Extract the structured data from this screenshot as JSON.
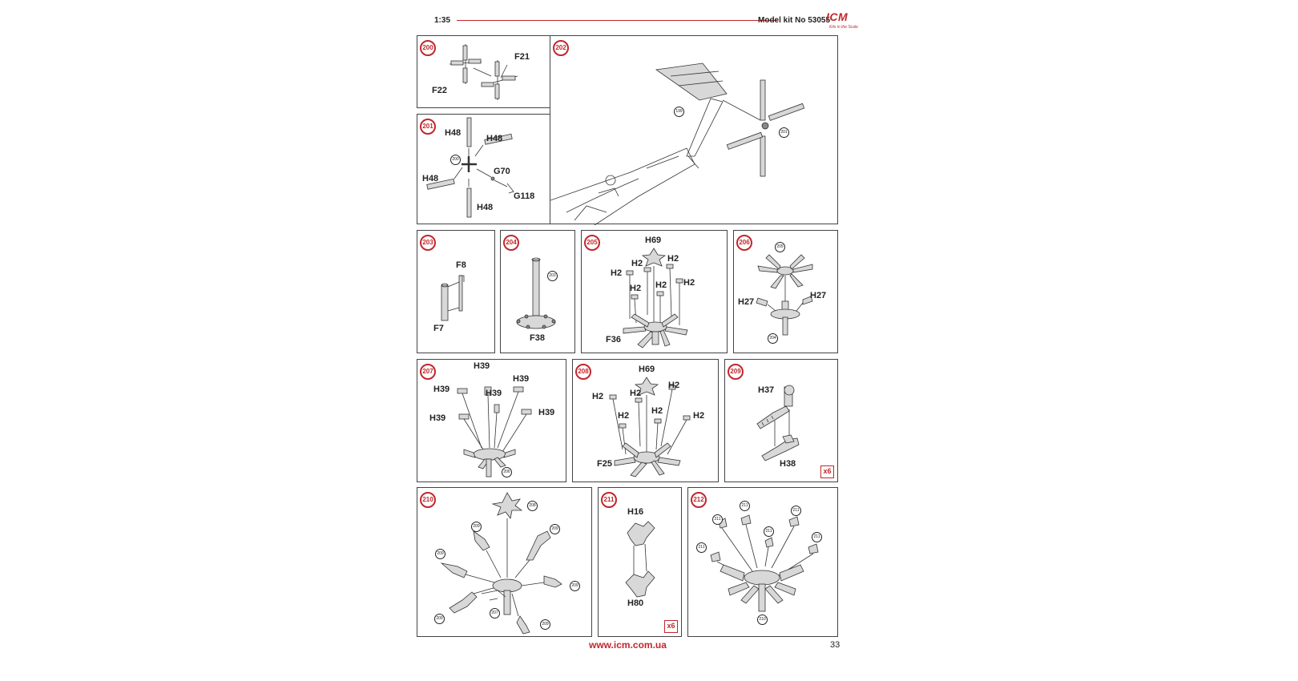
{
  "header": {
    "scale": "1:35",
    "model": "Model kit No 53055",
    "logo": "ICM",
    "logo_tag": "Kits in the Scale"
  },
  "footer": {
    "url": "www.icm.com.ua",
    "page": "33"
  },
  "steps": {
    "s200": {
      "num": "200",
      "labels": [
        "F21",
        "F22"
      ]
    },
    "s201": {
      "num": "201",
      "labels": [
        "H48",
        "H48",
        "H48",
        "G70",
        "H48",
        "G118"
      ],
      "refs": [
        "200"
      ]
    },
    "s202": {
      "num": "202",
      "refs": [
        "199",
        "201"
      ]
    },
    "s203": {
      "num": "203",
      "labels": [
        "F8",
        "F7"
      ]
    },
    "s204": {
      "num": "204",
      "labels": [
        "F38"
      ],
      "refs": [
        "203"
      ]
    },
    "s205": {
      "num": "205",
      "labels": [
        "H69",
        "H2",
        "H2",
        "H2",
        "H2",
        "H2",
        "H2",
        "F36"
      ]
    },
    "s206": {
      "num": "206",
      "labels": [
        "H27",
        "H27"
      ],
      "refs": [
        "205",
        "204"
      ]
    },
    "s207": {
      "num": "207",
      "labels": [
        "H39",
        "H39",
        "H39",
        "H39",
        "H39",
        "H39"
      ],
      "refs": [
        "206"
      ]
    },
    "s208": {
      "num": "208",
      "labels": [
        "H69",
        "H2",
        "H2",
        "H2",
        "H2",
        "H2",
        "H2",
        "F25"
      ]
    },
    "s209": {
      "num": "209",
      "labels": [
        "H37",
        "H38"
      ],
      "multiplier": "x6"
    },
    "s210": {
      "num": "210",
      "refs": [
        "208",
        "209",
        "209",
        "209",
        "209",
        "209",
        "209",
        "207"
      ]
    },
    "s211": {
      "num": "211",
      "labels": [
        "H16",
        "H80"
      ],
      "multiplier": "x6"
    },
    "s212": {
      "num": "212",
      "refs": [
        "211",
        "211",
        "211",
        "211",
        "211",
        "211",
        "210"
      ]
    }
  }
}
